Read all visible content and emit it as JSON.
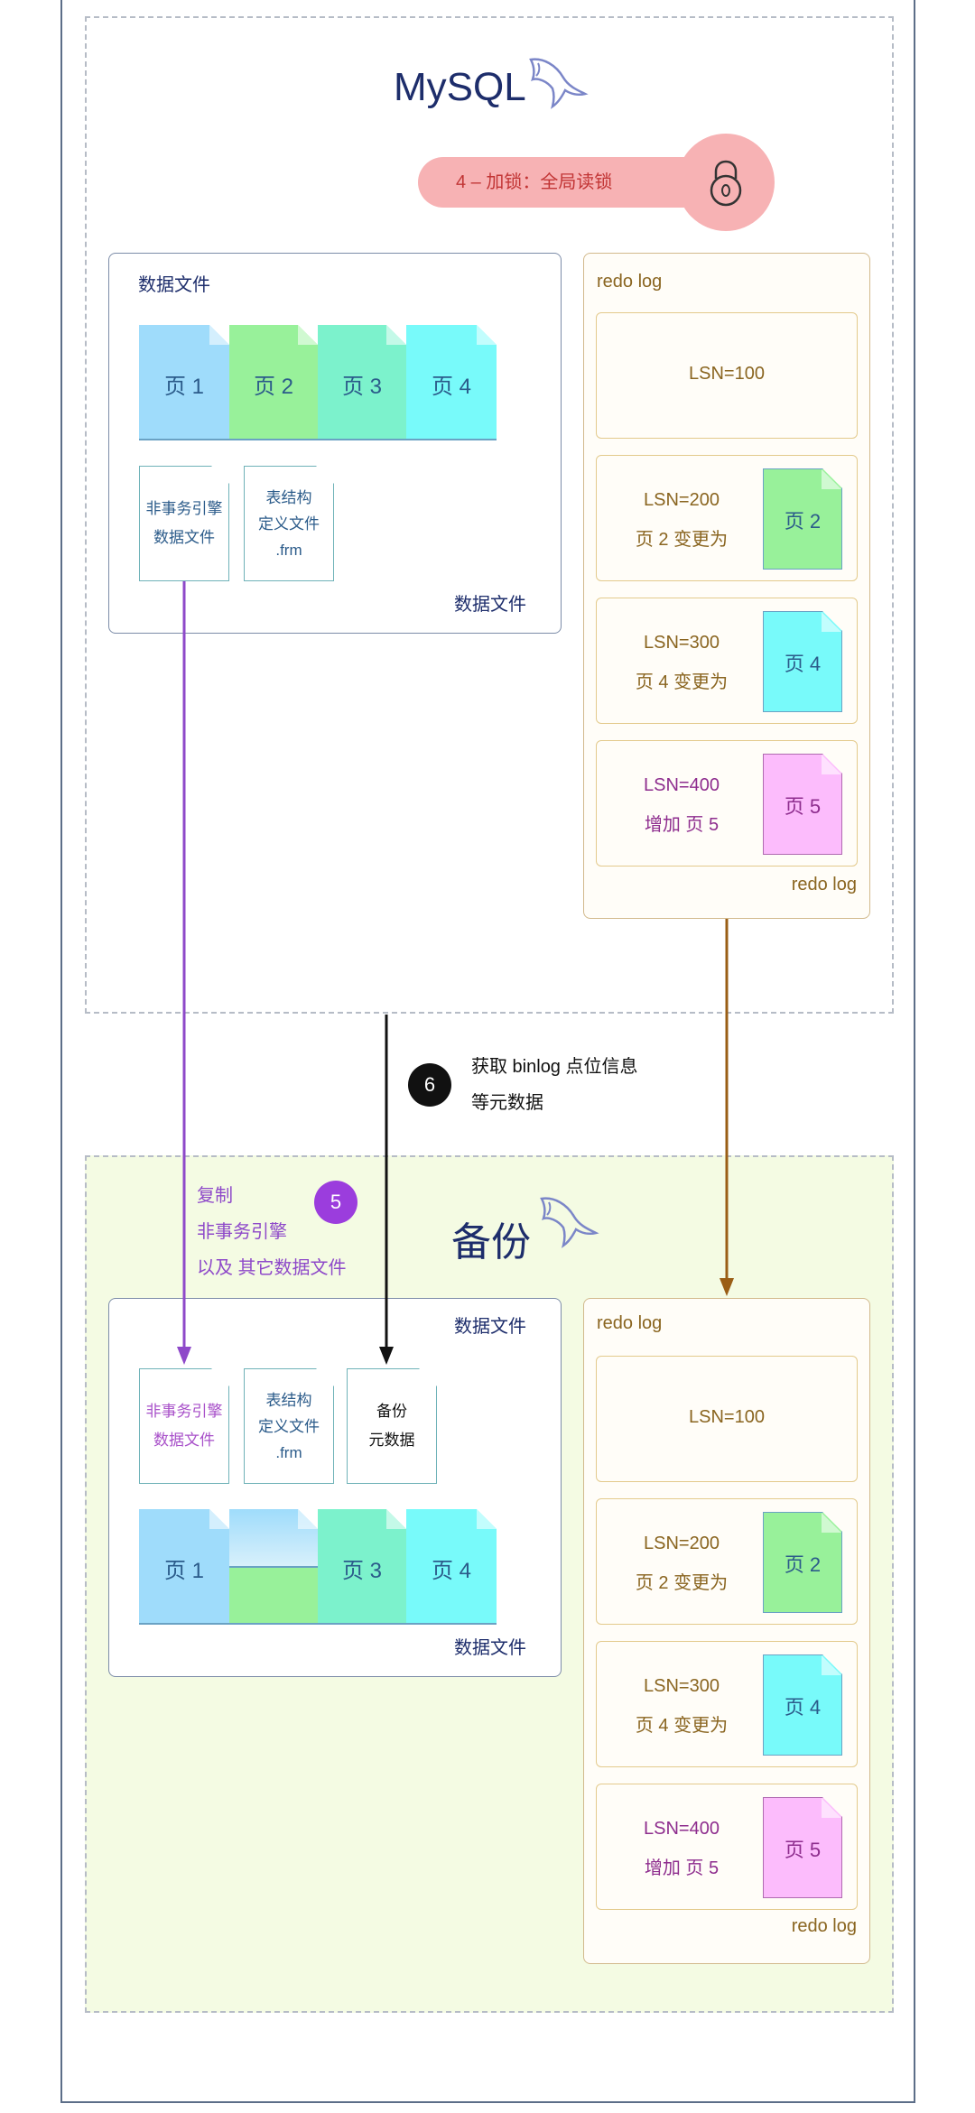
{
  "colors": {
    "frame": "#5c6e88",
    "region_border": "#b6bcc6",
    "backup_bg": "#f4fbe3",
    "title": "#1d2d6b",
    "lock_bg": "#f7b2b4",
    "lock_text": "#c23535",
    "page1": "#9fdcfb",
    "page2": "#98f19a",
    "page3": "#7cf2cc",
    "page4": "#78fafa",
    "page5": "#fcbcfc",
    "arrow_purple": "#8e49c9",
    "arrow_black": "#111111",
    "arrow_brown": "#9a5e16",
    "badge_purple": "#9b3ddd"
  },
  "mysql": {
    "title": "MySQL",
    "lock_label": "4 – 加锁：全局读锁",
    "data_panel": {
      "label_top": "数据文件",
      "label_bottom": "数据文件",
      "pages": [
        {
          "label": "页 1",
          "color_key": "page1"
        },
        {
          "label": "页 2",
          "color_key": "page2"
        },
        {
          "label": "页 3",
          "color_key": "page3"
        },
        {
          "label": "页 4",
          "color_key": "page4"
        }
      ],
      "files": [
        {
          "lines": [
            "非事务引擎",
            "数据文件"
          ]
        },
        {
          "lines": [
            "表结构",
            "定义文件",
            ".frm"
          ]
        }
      ]
    },
    "redo": {
      "label_top": "redo log",
      "label_bottom": "redo log",
      "entries": [
        {
          "line1": "LSN=100",
          "line2": "",
          "page": ""
        },
        {
          "line1": "LSN=200",
          "line2": "页 2 变更为",
          "page": "页 2"
        },
        {
          "line1": "LSN=300",
          "line2": "页 4 变更为",
          "page": "页 4"
        },
        {
          "line1": "LSN=400",
          "line2": "增加 页 5",
          "page": "页 5"
        }
      ]
    }
  },
  "step6": {
    "number": "6",
    "lines": [
      "获取 binlog 点位信息",
      "等元数据"
    ]
  },
  "step5": {
    "number": "5",
    "lines": [
      "复制",
      "非事务引擎",
      "以及 其它数据文件"
    ]
  },
  "backup": {
    "title": "备份",
    "data_panel": {
      "label_top": "数据文件",
      "label_bottom": "数据文件",
      "files": [
        {
          "lines": [
            "非事务引擎",
            "数据文件"
          ]
        },
        {
          "lines": [
            "表结构",
            "定义文件",
            ".frm"
          ]
        },
        {
          "lines": [
            "备份",
            "元数据"
          ]
        }
      ],
      "pages": [
        {
          "label": "页 1",
          "color_key": "page1"
        },
        {
          "label": "",
          "color_key": "page2"
        },
        {
          "label": "页 3",
          "color_key": "page3"
        },
        {
          "label": "页 4",
          "color_key": "page4"
        }
      ]
    },
    "redo": {
      "label_top": "redo log",
      "label_bottom": "redo log",
      "entries": [
        {
          "line1": "LSN=100",
          "line2": "",
          "page": ""
        },
        {
          "line1": "LSN=200",
          "line2": "页 2 变更为",
          "page": "页 2"
        },
        {
          "line1": "LSN=300",
          "line2": "页 4 变更为",
          "page": "页 4"
        },
        {
          "line1": "LSN=400",
          "line2": "增加 页 5",
          "page": "页 5"
        }
      ]
    }
  }
}
